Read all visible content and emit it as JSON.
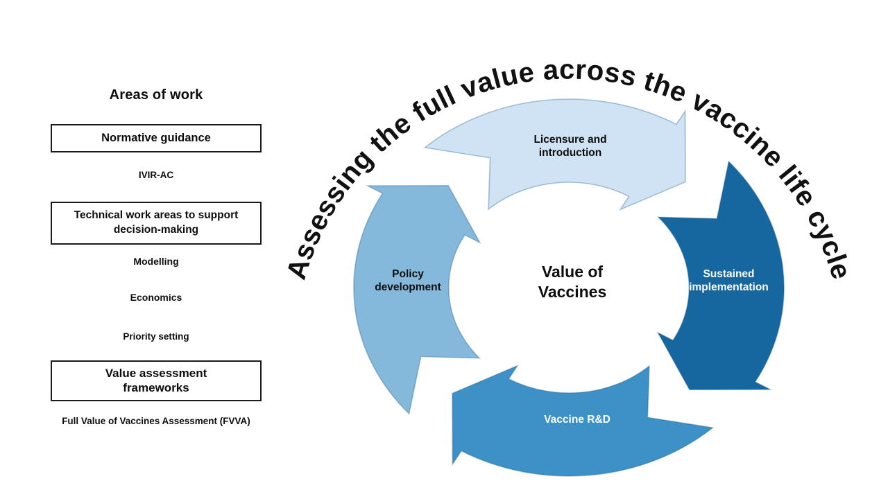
{
  "title": {
    "arc_text": "Assessing the full value across the vaccine life cycle"
  },
  "sidebar": {
    "heading": "Areas of work",
    "items": [
      {
        "label": "Normative guidance",
        "boxed": true
      },
      {
        "label": "IVIR-AC",
        "boxed": false
      },
      {
        "label": "Technical work areas to support decision-making",
        "boxed": true
      },
      {
        "label": "Modelling",
        "boxed": false
      },
      {
        "label": "Economics",
        "boxed": false
      },
      {
        "label": "Priority setting",
        "boxed": false
      },
      {
        "label": "Value assessment frameworks",
        "boxed": true
      },
      {
        "label": "Full Value of Vaccines Assessment (FVVA)",
        "boxed": false
      }
    ]
  },
  "cycle": {
    "center_label": "Value of Vaccines",
    "segments": [
      {
        "label": "Licensure and introduction",
        "position": "top",
        "color": "#cfe3f4",
        "text_color": "#0d0d0d"
      },
      {
        "label": "Sustained implementation",
        "position": "right",
        "color": "#16679f",
        "text_color": "#ffffff"
      },
      {
        "label": "Vaccine R&D",
        "position": "bottom",
        "color": "#3d91c6",
        "text_color": "#ffffff"
      },
      {
        "label": "Policy development",
        "position": "left",
        "color": "#85b9dc",
        "text_color": "#0d0d0d"
      }
    ]
  }
}
